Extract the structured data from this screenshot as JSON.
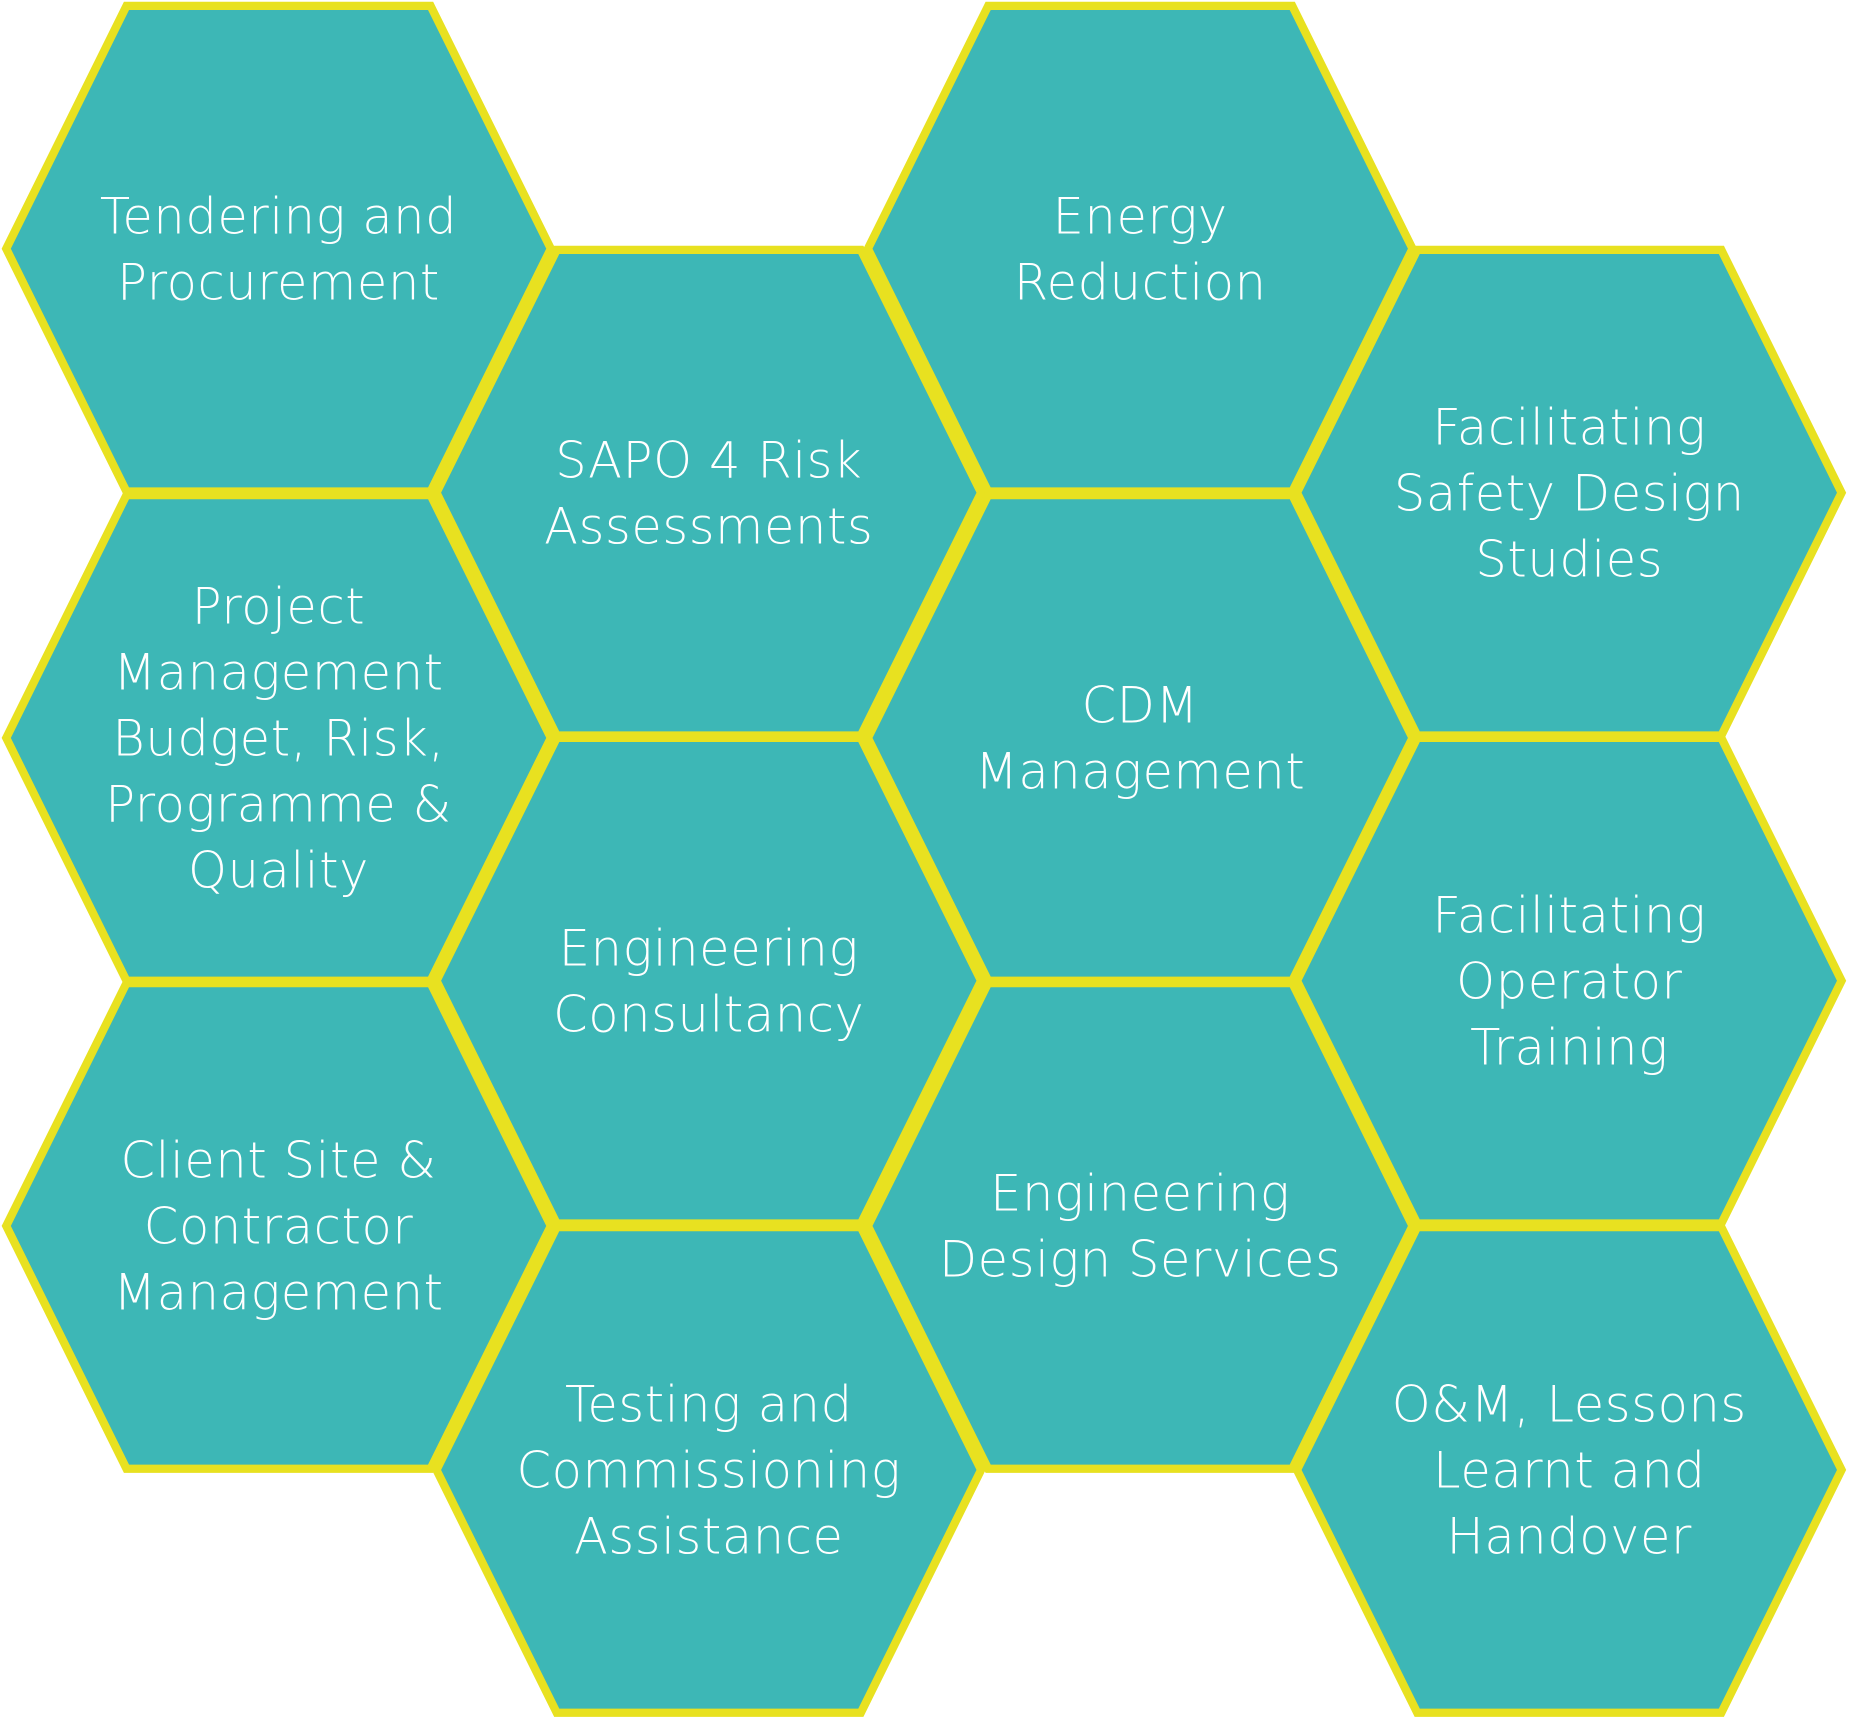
{
  "colors": {
    "fill": "#3db7b6",
    "border": "#e8e120",
    "text": "#ffffff"
  },
  "hexagons": [
    {
      "lines": [
        "Tendering and",
        "Procurement"
      ]
    },
    {
      "lines": [
        "Project",
        "Management",
        "Budget, Risk,",
        "Programme &",
        "Quality"
      ]
    },
    {
      "lines": [
        "Client Site &",
        "Contractor",
        "Management"
      ]
    },
    {
      "lines": [
        "SAPO 4 Risk",
        "Assessments"
      ]
    },
    {
      "lines": [
        "Engineering",
        "Consultancy"
      ]
    },
    {
      "lines": [
        "Testing and",
        "Commissioning",
        "Assistance"
      ]
    },
    {
      "lines": [
        "Energy",
        "Reduction"
      ]
    },
    {
      "lines": [
        "CDM",
        "Management"
      ]
    },
    {
      "lines": [
        "Engineering",
        "Design Services"
      ]
    },
    {
      "lines": [
        "Facilitating",
        "Safety Design",
        "Studies"
      ]
    },
    {
      "lines": [
        "Facilitating",
        "Operator",
        "Training"
      ]
    },
    {
      "lines": [
        "O&M, Lessons",
        "Learnt and",
        "Handover"
      ]
    }
  ]
}
